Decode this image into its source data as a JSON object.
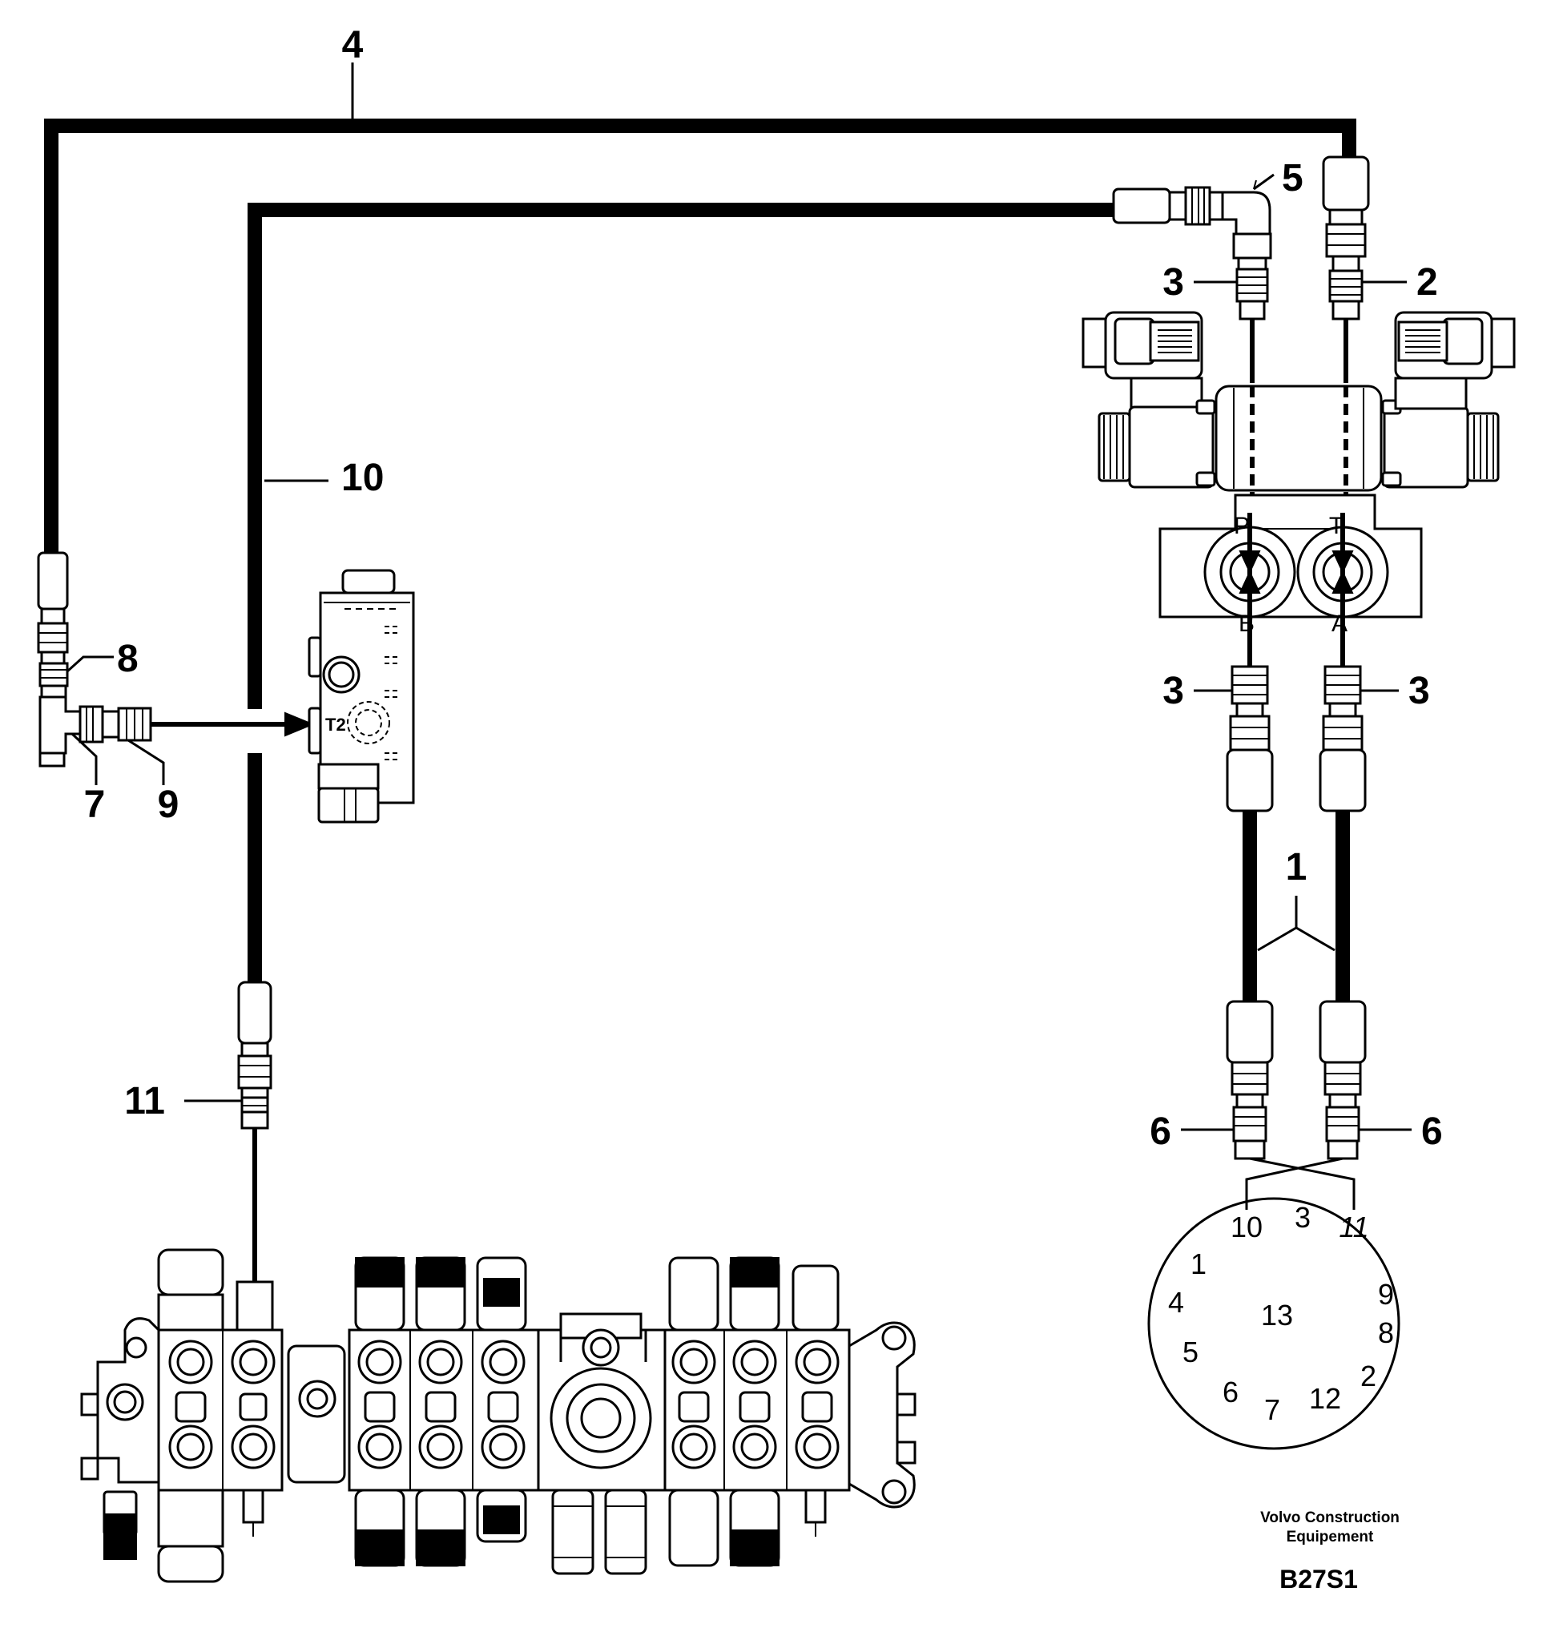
{
  "callouts": {
    "c1": "1",
    "c2": "2",
    "c3a": "3",
    "c3b": "3",
    "c3c": "3",
    "c4": "4",
    "c5": "5",
    "c6a": "6",
    "c6b": "6",
    "c7": "7",
    "c8": "8",
    "c9": "9",
    "c10": "10",
    "c11": "11"
  },
  "ports": {
    "p": "P",
    "t": "T",
    "b": "B",
    "a": "A",
    "t2": "T2"
  },
  "connector_pins": [
    "10",
    "3",
    "11",
    "1",
    "9",
    "4",
    "13",
    "8",
    "5",
    "2",
    "6",
    "7",
    "12"
  ],
  "footer": {
    "credit_line1": "Volvo Construction",
    "credit_line2": "Equipement",
    "code": "B27S1"
  }
}
